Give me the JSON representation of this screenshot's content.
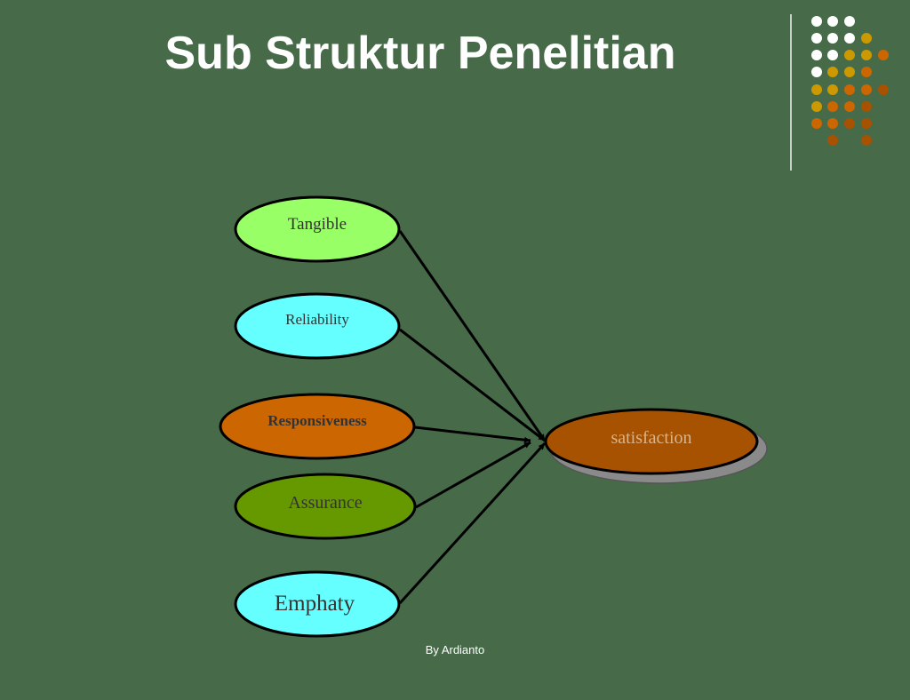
{
  "slide": {
    "title": "Sub Struktur Penelitian",
    "footer": "By Ardianto"
  },
  "diagram": {
    "sources": [
      {
        "label": "Tangible",
        "fill": "#99ff66",
        "text_color": "#333333"
      },
      {
        "label": "Reliability",
        "fill": "#66ffff",
        "text_color": "#333333"
      },
      {
        "label": "Responsiveness",
        "fill": "#cc6600",
        "text_color": "#333333"
      },
      {
        "label": "Assurance",
        "fill": "#669900",
        "text_color": "#333333"
      },
      {
        "label": "Emphaty",
        "fill": "#66ffff",
        "text_color": "#333333"
      }
    ],
    "target": {
      "label": "satisfaction",
      "fill": "#a65200",
      "text_color": "#d9b48a"
    }
  },
  "decoration": {
    "dot_colors": [
      "#ffffff",
      "#cc9900",
      "#cc6600",
      "#a65200"
    ]
  }
}
